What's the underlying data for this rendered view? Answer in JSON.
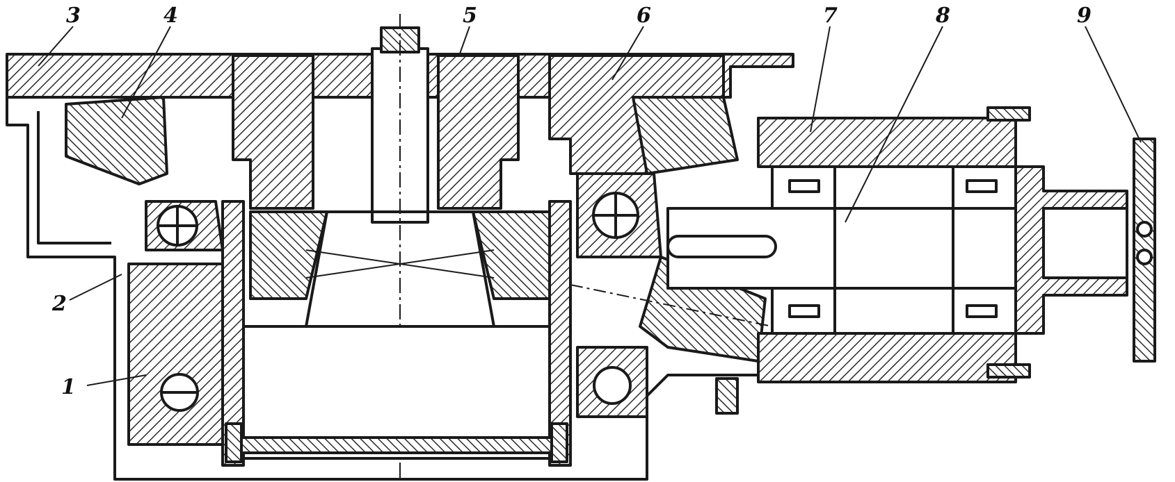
{
  "drawing": {
    "ink_color": "#1a1a1a",
    "paper_color": "#ffffff",
    "hatch_color": "#2a2a2a"
  },
  "callouts": [
    {
      "id": "c1",
      "label": "1"
    },
    {
      "id": "c2",
      "label": "2"
    },
    {
      "id": "c3",
      "label": "3"
    },
    {
      "id": "c4",
      "label": "4"
    },
    {
      "id": "c5",
      "label": "5"
    },
    {
      "id": "c6",
      "label": "6"
    },
    {
      "id": "c7",
      "label": "7"
    },
    {
      "id": "c8",
      "label": "8"
    },
    {
      "id": "c9",
      "label": "9"
    }
  ]
}
